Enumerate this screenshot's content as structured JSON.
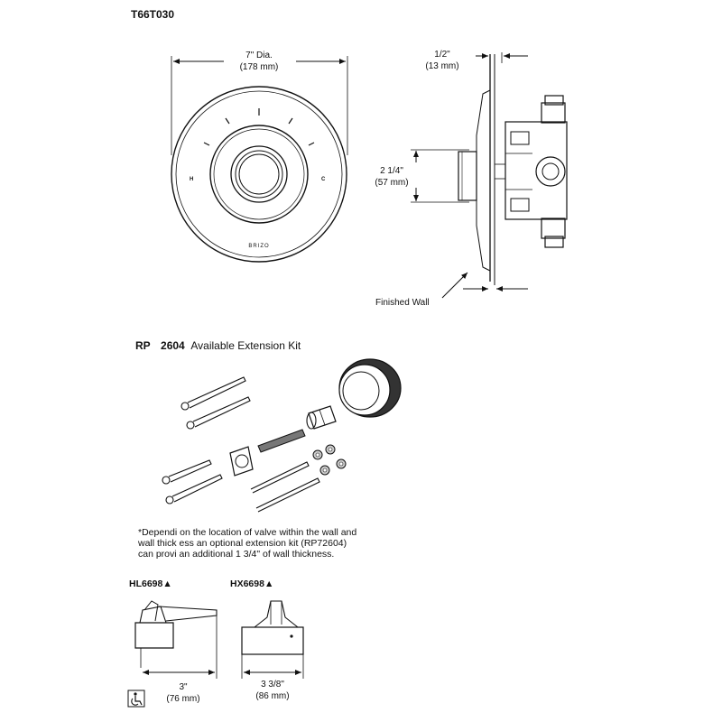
{
  "title": "T66T030",
  "front_view": {
    "dia_label": "7\" Dia.",
    "dia_mm": "(178 mm)",
    "mark_h": "H",
    "mark_c": "C",
    "brand": "BRIZO"
  },
  "side_view": {
    "depth_label": "1/2\"",
    "depth_mm": "(13 mm)",
    "height_label": "2 1/4\"",
    "height_mm": "(57 mm)",
    "finished_wall": "Finished Wall"
  },
  "kit": {
    "title_prefix": "RP",
    "title_code": "2604",
    "title_text": "Available Extension Kit",
    "note_line1": "*Dependi  on the location of valve within the wall and",
    "note_line2": "wall thick  ess an optional extension kit (RP72604)",
    "note_line3": "can provi   an additional 1 3/4\" of wall thickness."
  },
  "handles": {
    "hl_model": "HL6698▲",
    "hx_model": "HX6698▲",
    "hl_dim": "3\"",
    "hl_dim_mm": "(76 mm)",
    "hx_dim": "3 3/8\"",
    "hx_dim_mm": "(86 mm)"
  },
  "icons": {
    "accessibility": "wheelchair-icon"
  }
}
